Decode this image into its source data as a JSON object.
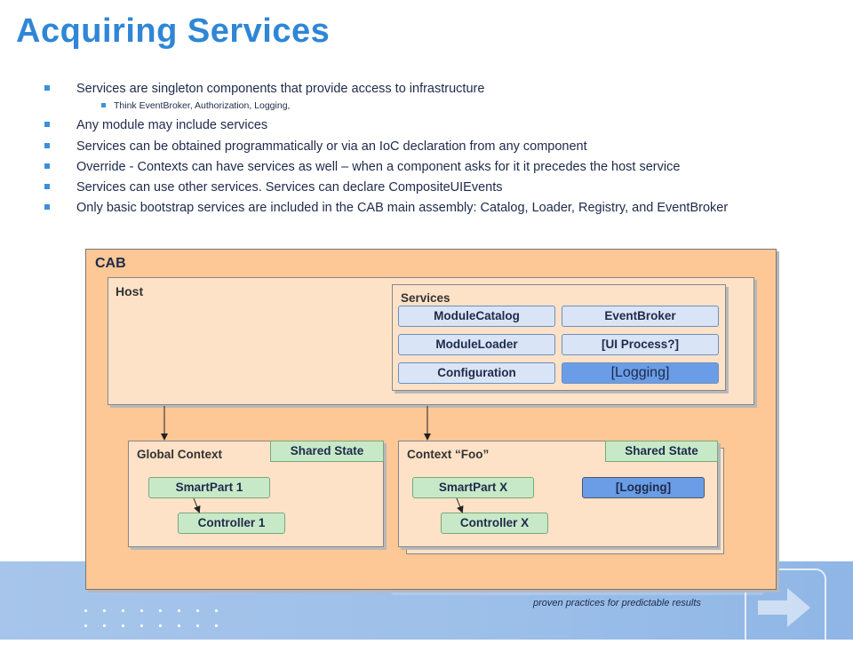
{
  "title": "Acquiring Services",
  "bullets": [
    "Services are singleton components that provide access to infrastructure",
    "Think EventBroker, Authorization, Logging,",
    "Any module may include services",
    "Services can be obtained programmatically or via an IoC declaration from any component",
    "Override - Contexts can have services as well – when a component asks for it it precedes the host service",
    "Services can use other services. Services can declare CompositeUIEvents",
    "Only basic bootstrap services are included in the CAB main assembly: Catalog, Loader, Registry, and EventBroker"
  ],
  "diagram": {
    "cab_label": "CAB",
    "host_label": "Host",
    "services_label": "Services",
    "services": {
      "module_catalog": "ModuleCatalog",
      "event_broker": "EventBroker",
      "module_loader": "ModuleLoader",
      "ui_process": "[UI Process?]",
      "configuration": "Configuration",
      "logging": "[Logging]"
    },
    "global_context": {
      "label": "Global Context",
      "shared_state": "Shared State",
      "smartpart": "SmartPart 1",
      "controller": "Controller 1"
    },
    "foo_context": {
      "label": "Context “Foo”",
      "shared_state": "Shared State",
      "smartpart": "SmartPart X",
      "controller": "Controller X",
      "logging": "[Logging]"
    }
  },
  "footer": {
    "tagline": "proven practices for predictable results"
  },
  "colors": {
    "title": "#2f86d6",
    "cab_fill": "#fec796",
    "inner_fill": "#fde2c8",
    "service_fill": "#d9e5f6",
    "highlight_fill": "#6a9de6",
    "shared_fill": "#c8e9c8",
    "footer_band": "#9cbfe9"
  }
}
